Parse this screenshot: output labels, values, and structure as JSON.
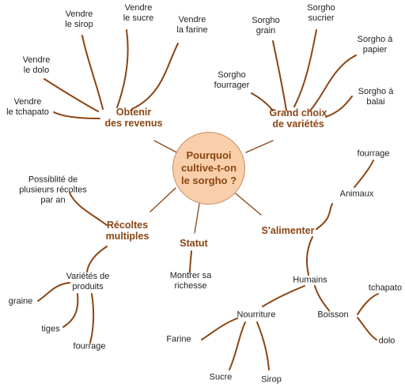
{
  "center": {
    "text": "Pourquoi\ncultive-t-on\nle sorgho ?"
  },
  "hubs": {
    "revenus": "Obtenir\ndes revenus",
    "varietes": "Grand choix\nde variétés",
    "recoltes": "Récoltes\nmultiples",
    "statut": "Statut",
    "alimenter": "S'alimenter"
  },
  "leaves": {
    "sirop_vente": "Vendre\nle sirop",
    "sucre_vente": "Vendre\nle sucre",
    "farine_vente": "Vendre\nla farine",
    "dolo_vente": "Vendre\nle dolo",
    "tchapato_vente": "Vendre\nle tchapato",
    "sorgho_grain": "Sorgho\ngrain",
    "sorgho_sucrier": "Sorgho\nsucrier",
    "sorgho_papier": "Sorgho à\npapier",
    "sorgho_fourrager": "Sorgho\nfourrager",
    "sorgho_balai": "Sorgho à\nbalai",
    "plusieurs_recoltes": "Possiblité de\nplusieurs récoltes\npar an",
    "varietes_produits": "Variétés de\nproduits",
    "graine": "graine",
    "tiges": "tiges",
    "fourrage_recoltes": "fourrage",
    "richesse": "Montrer sa\nrichesse",
    "fourrage_animaux": "fourrage",
    "animaux": "Animaux",
    "humains": "Humains",
    "nourriture": "Nourriture",
    "boisson": "Boisson",
    "farine": "Farine",
    "sucre": "Sucre",
    "sirop": "Sirop",
    "tchapato": "tchapato",
    "dolo": "dolo"
  },
  "colors": {
    "branch": "#8b4513",
    "hub_text": "#8b4513",
    "center_fill": "#f8cfaa",
    "leaf_text": "#222222"
  }
}
